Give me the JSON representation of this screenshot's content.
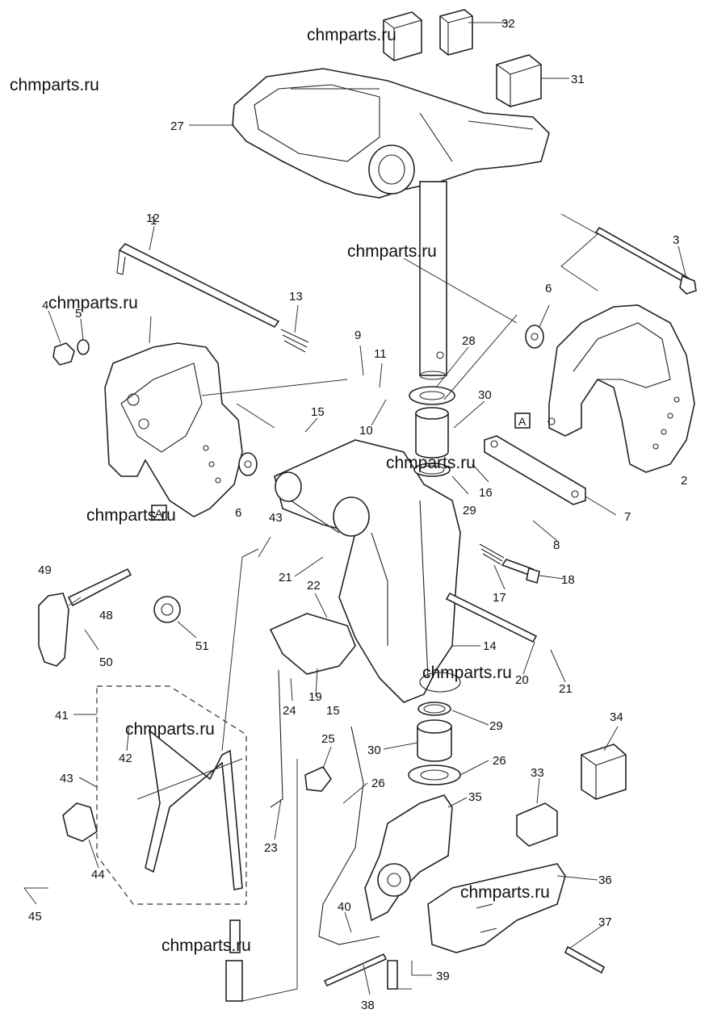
{
  "watermark": "chmparts.ru",
  "diagram": {
    "part_numbers": [
      "1",
      "2",
      "3",
      "4",
      "5",
      "6",
      "6",
      "7",
      "8",
      "9",
      "10",
      "11",
      "12",
      "13",
      "14",
      "15",
      "15",
      "16",
      "17",
      "18",
      "19",
      "20",
      "21",
      "21",
      "22",
      "23",
      "24",
      "25",
      "26",
      "26",
      "27",
      "28",
      "29",
      "29",
      "30",
      "30",
      "31",
      "32",
      "33",
      "34",
      "35",
      "36",
      "37",
      "38",
      "39",
      "40",
      "41",
      "42",
      "43",
      "43",
      "44",
      "45",
      "48",
      "49",
      "50",
      "51"
    ],
    "section_markers": [
      "A",
      "A"
    ]
  }
}
